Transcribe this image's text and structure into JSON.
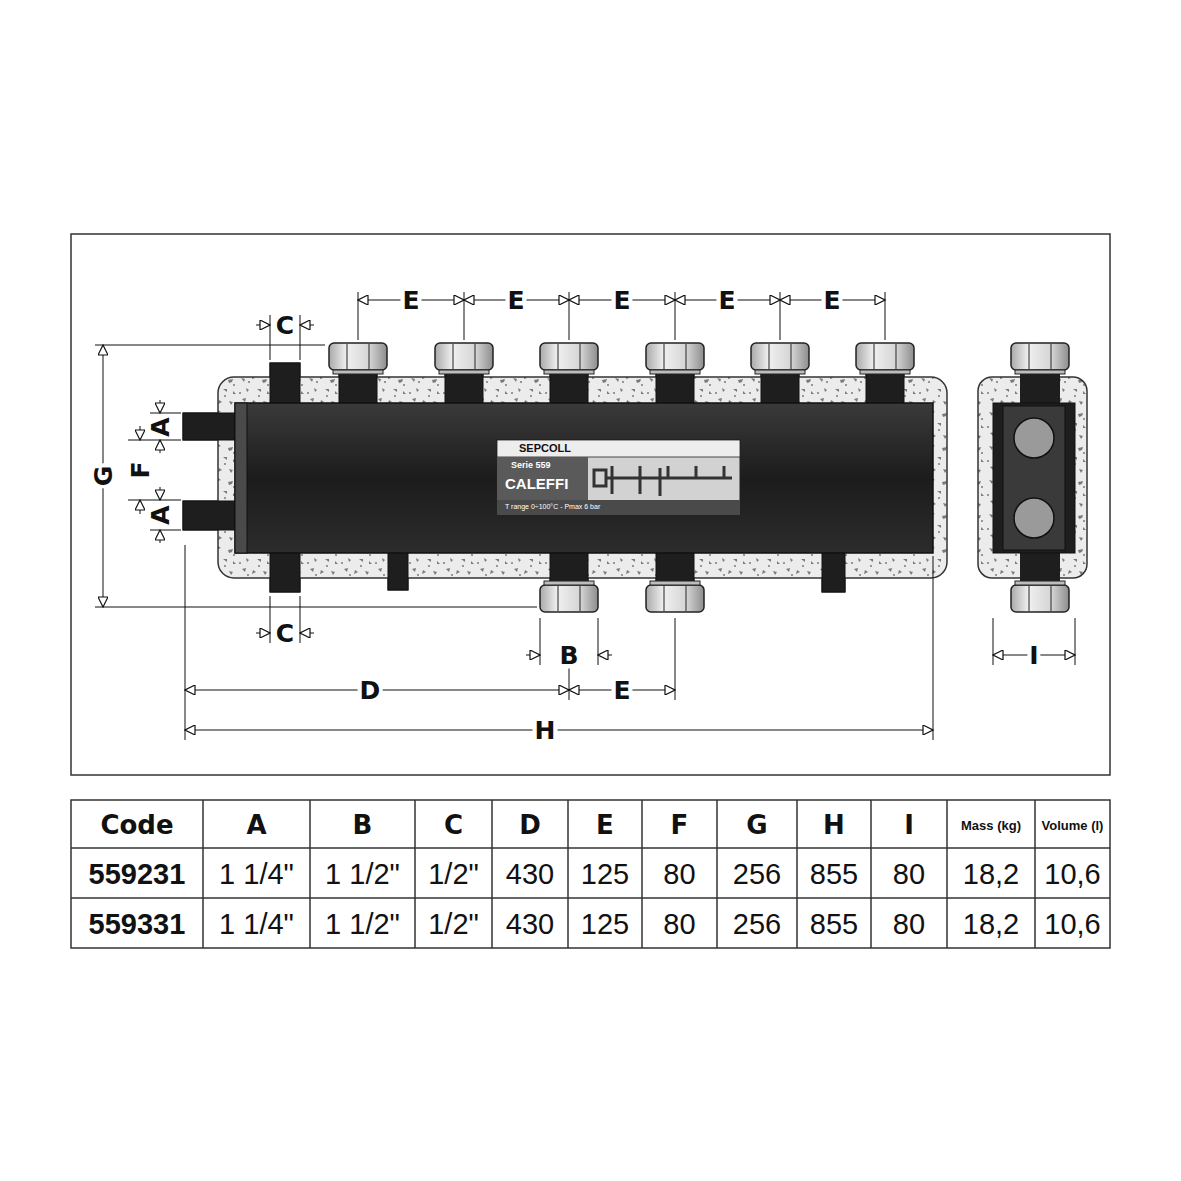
{
  "diagram": {
    "nodes": [
      {
        "text": [
          "SEPCOLL",
          "Serie 559",
          "CALEFFI",
          "T range 0÷100°C - Pmax 6 bar"
        ]
      }
    ],
    "labels": [
      "E",
      "E",
      "E",
      "E",
      "E",
      "C",
      "G",
      "F",
      "A",
      "A",
      "C",
      "B",
      "D",
      "E",
      "H",
      "I",
      "Code",
      "A",
      "B",
      "C",
      "D",
      "E",
      "F",
      "G",
      "H",
      "I",
      "Mass (kg)",
      "Volume (l)",
      "559231",
      "1 1/4\"",
      "1 1/2\"",
      "1/2\"",
      "430",
      "125",
      "80",
      "256",
      "855",
      "80",
      "18,2",
      "10,6",
      "559331",
      "1 1/4\"",
      "1 1/2\"",
      "1/2\"",
      "430",
      "125",
      "80",
      "256",
      "855",
      "80",
      "18,2",
      "10,6"
    ]
  }
}
